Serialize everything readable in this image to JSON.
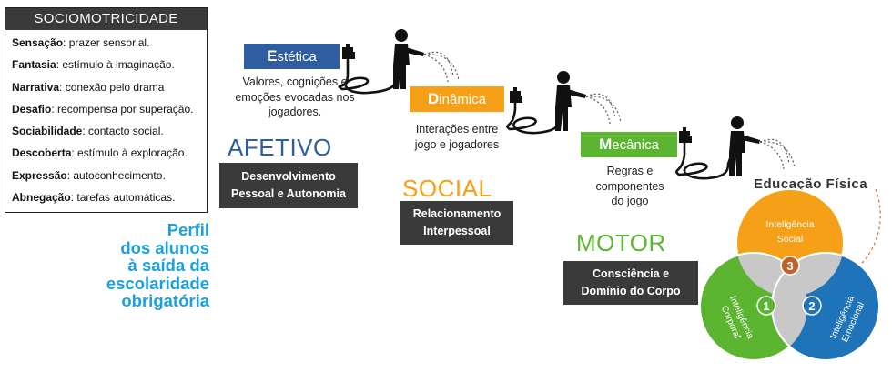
{
  "sociomotricidade": {
    "title": "SOCIOMOTRICIDADE",
    "items": [
      {
        "term": "Sensação",
        "desc": ": prazer sensorial."
      },
      {
        "term": "Fantasia",
        "desc": ": estímulo à imaginação."
      },
      {
        "term": "Narrativa",
        "desc": ": conexão pelo drama"
      },
      {
        "term": "Desafio",
        "desc": ": recompensa por superação."
      },
      {
        "term": "Sociabilidade",
        "desc": ": contacto social."
      },
      {
        "term": "Descoberta",
        "desc": ": estímulo à exploração."
      },
      {
        "term": "Expressão",
        "desc": ": autoconhecimento."
      },
      {
        "term": "Abnegação",
        "desc": ": tarefas automáticas."
      }
    ]
  },
  "perfil": [
    "Perfil",
    "dos alunos",
    "à saída da",
    "escolaridade",
    "obrigatória"
  ],
  "estetica": {
    "first": "E",
    "rest": "stética",
    "color": "#2e5e9f",
    "desc": [
      "Valores, cognições e",
      "emoções evocadas nos",
      "jogadores."
    ]
  },
  "dinamica": {
    "first": "D",
    "rest": "inâmica",
    "color": "#f5a016",
    "desc": [
      "Interações entre",
      "jogo e jogadores"
    ]
  },
  "mecanica": {
    "first": "M",
    "rest": "ecânica",
    "color": "#5cb531",
    "desc": [
      "Regras e",
      "componentes",
      "do jogo"
    ]
  },
  "afetivo": {
    "label": "AFETIVO",
    "color": "#2e5e9f",
    "box": [
      "Desenvolvimento",
      "Pessoal e Autonomia"
    ]
  },
  "social": {
    "label": "SOCIAL",
    "color": "#f5a016",
    "box": [
      "Relacionamento",
      "Interpessoal"
    ]
  },
  "motor": {
    "label": "MOTOR",
    "color": "#5cb531",
    "box": [
      "Consciência e",
      "Domínio do Corpo"
    ]
  },
  "educacao_fisica": {
    "title": "Educação Física",
    "social": {
      "label": [
        "Inteligência",
        "Social"
      ],
      "num": "3",
      "color": "#f5a016",
      "num_color": "#c0622a"
    },
    "corporal": {
      "label": [
        "Inteligência",
        "Corporal"
      ],
      "num": "1",
      "color": "#5cb531"
    },
    "emocional": {
      "label": [
        "Inteligência",
        "Emocional"
      ],
      "num": "2",
      "color": "#1f73b8"
    }
  }
}
